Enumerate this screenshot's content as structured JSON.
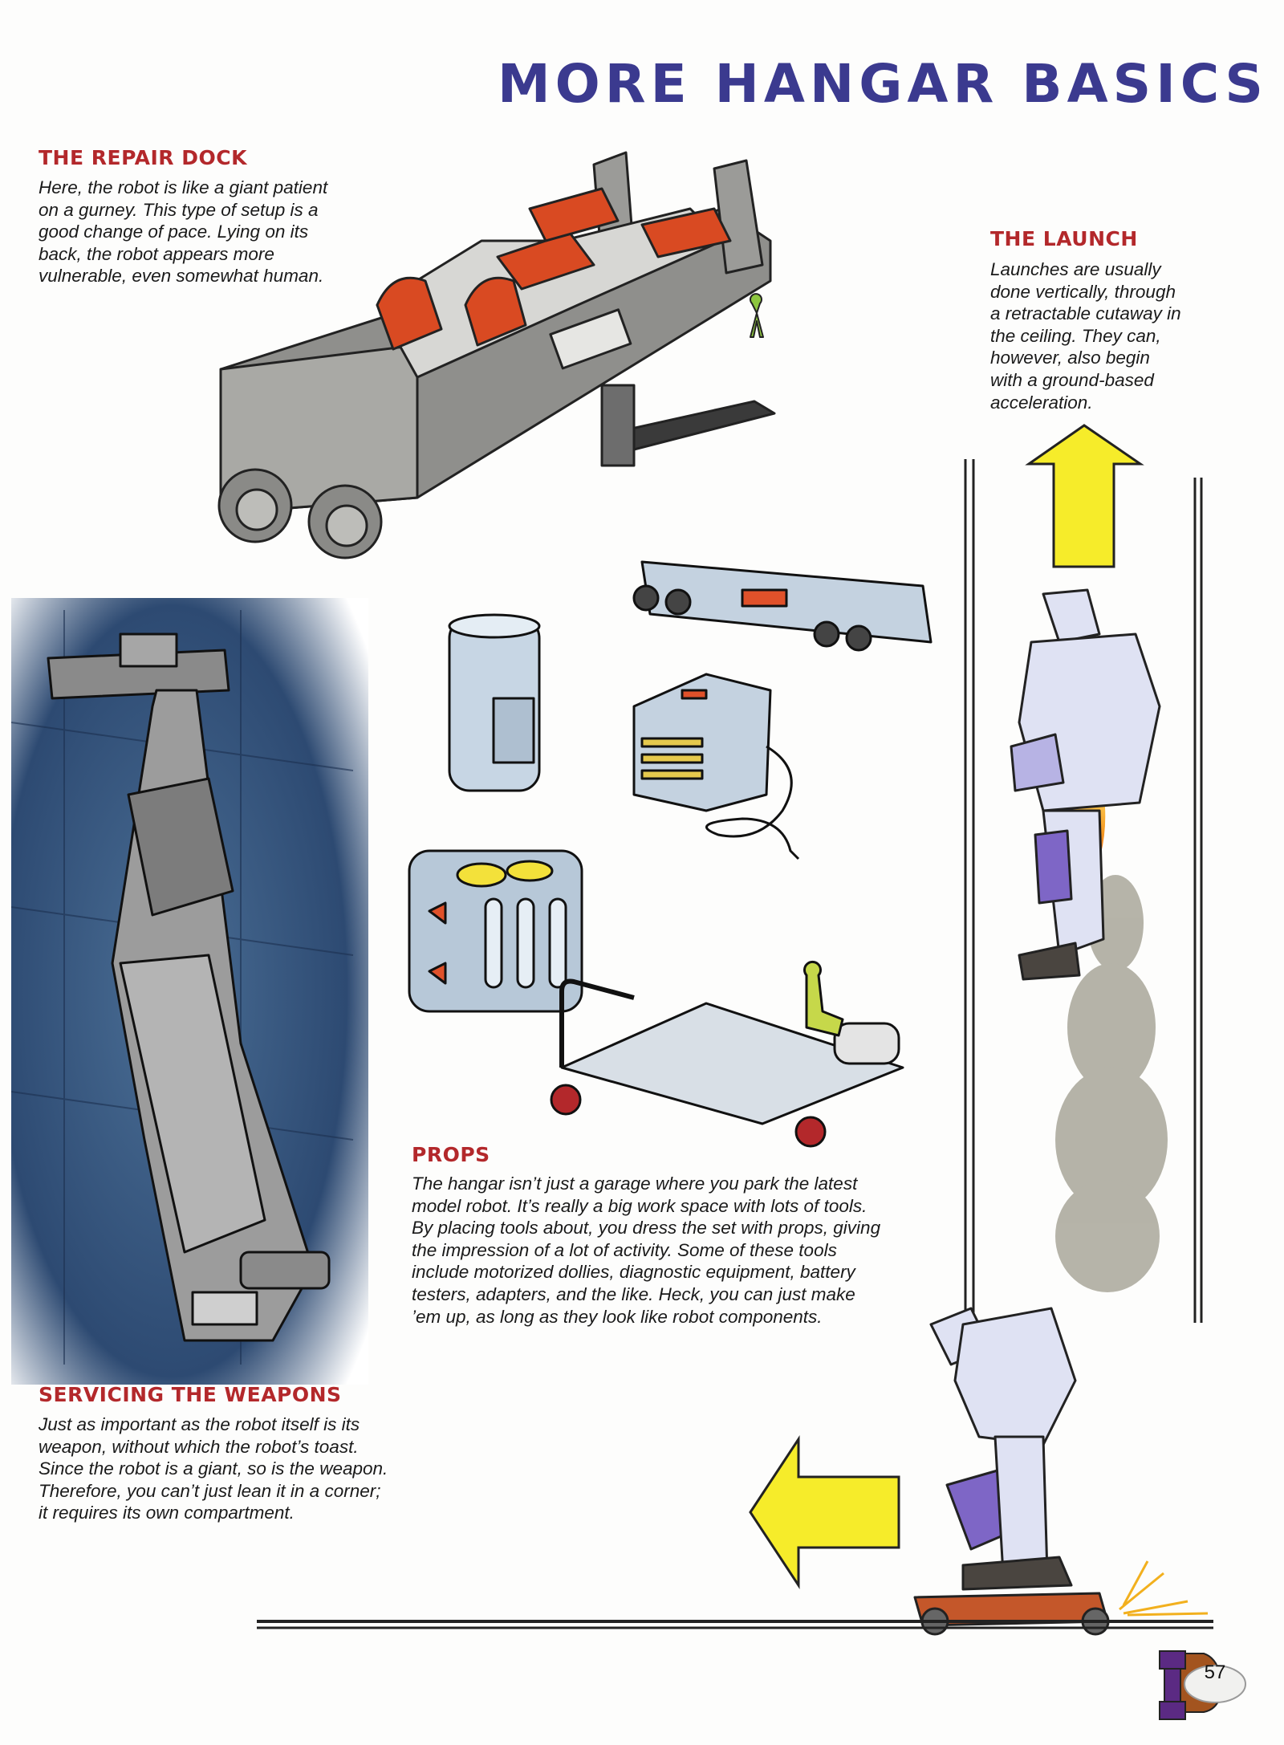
{
  "title": "MORE HANGAR BASICS",
  "colors": {
    "title": "#3b3a8f",
    "heading": "#b3282b",
    "arrow": "#f6ec2a"
  },
  "sections": {
    "repair_dock": {
      "heading": "THE REPAIR DOCK",
      "lines": [
        "Here, the robot is like a giant patient",
        "on a gurney. This type of setup is a",
        "good change of pace. Lying on its",
        "back, the robot appears more",
        "vulnerable, even somewhat human."
      ]
    },
    "launch": {
      "heading": "THE LAUNCH",
      "lines": [
        "Launches are usually",
        "done vertically, through",
        "a retractable cutaway in",
        "the ceiling. They can,",
        "however, also begin",
        "with a ground-based",
        "acceleration."
      ]
    },
    "props": {
      "heading": "PROPS",
      "lines": [
        "The hangar isn’t just a garage where you park the latest",
        "model robot. It’s really a big work space with lots of tools.",
        "By placing tools about, you dress the set with props, giving",
        "the impression of a lot of activity. Some of these tools",
        "include motorized dollies, diagnostic equipment, battery",
        "testers, adapters, and the like. Heck, you can just make",
        "’em up, as long as they look like robot components."
      ]
    },
    "weapons": {
      "heading": "SERVICING THE WEAPONS",
      "lines": [
        "Just as important as the robot itself is its",
        "weapon, without which the robot’s toast.",
        "Since the robot is a giant, so is the weapon.",
        "Therefore, you can’t just lean it in a corner;",
        "it requires its own compartment."
      ]
    }
  },
  "page_number": "57"
}
